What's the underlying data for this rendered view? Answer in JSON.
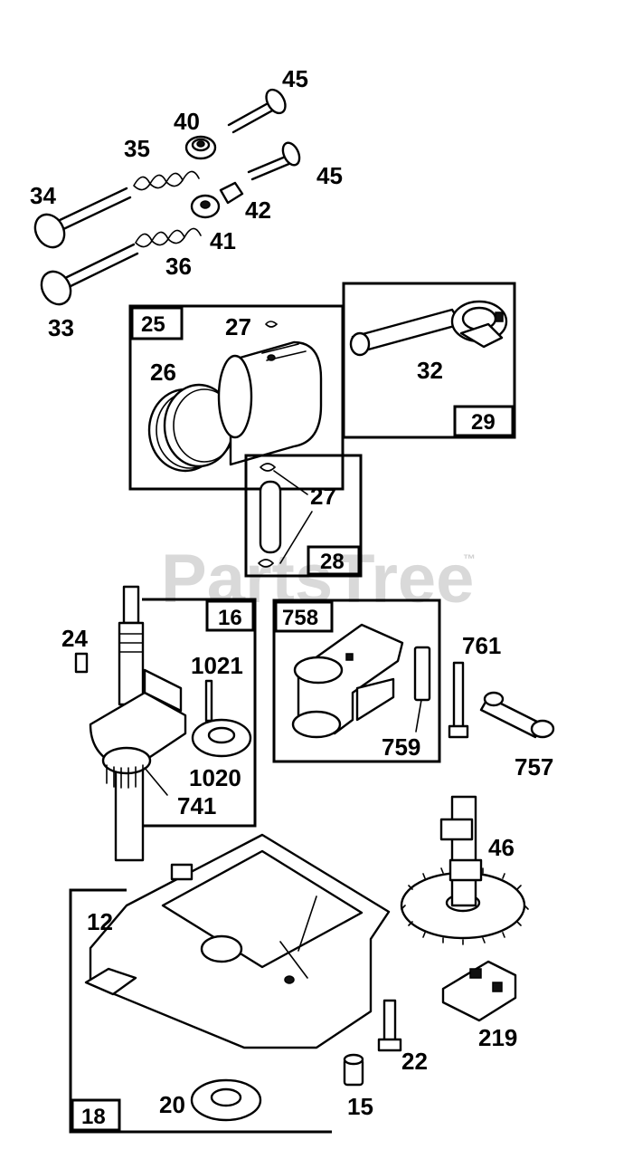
{
  "watermark": {
    "text": "PartsTree",
    "trademark": "™"
  },
  "labels": {
    "l45a": "45",
    "l40": "40",
    "l35": "35",
    "l45b": "45",
    "l34": "34",
    "l42": "42",
    "l41": "41",
    "l36": "36",
    "l33": "33",
    "l27a": "27",
    "l26": "26",
    "l32": "32",
    "l27b": "27",
    "l24": "24",
    "l1021": "1021",
    "l1020": "1020",
    "l741": "741",
    "l761": "761",
    "l759": "759",
    "l757": "757",
    "l46": "46",
    "l12": "12",
    "l219": "219",
    "l22": "22",
    "l20": "20",
    "l15": "15"
  },
  "boxes": {
    "b25": "25",
    "b29": "29",
    "b28": "28",
    "b16": "16",
    "b758": "758",
    "b18": "18"
  }
}
